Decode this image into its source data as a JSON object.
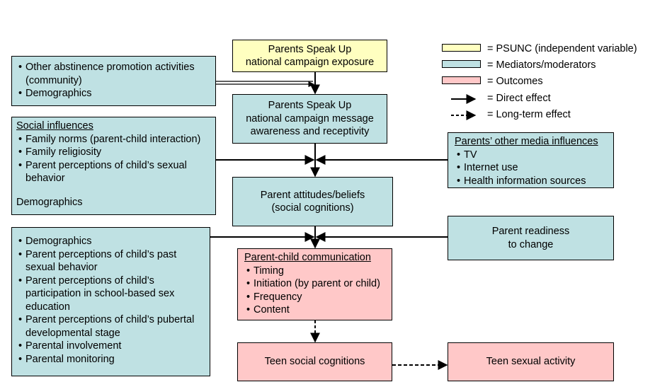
{
  "boxes": {
    "psunc_exposure": {
      "line1": "Parents Speak Up",
      "line2": "national campaign exposure"
    },
    "psunc_awareness": {
      "line1": "Parents Speak Up",
      "line2": "national campaign message",
      "line3": "awareness and receptivity"
    },
    "other_activities": {
      "items": [
        "Other abstinence promotion activities (community)",
        "Demographics"
      ]
    },
    "social_influences": {
      "title": "Social influences",
      "items": [
        "Family norms (parent-child interaction)",
        "Family religiosity",
        "Parent perceptions of child’s sexual behavior"
      ],
      "footer": "Demographics"
    },
    "media_influences": {
      "title": "Parents’ other media influences",
      "items": [
        "TV",
        "Internet use",
        "Health information sources"
      ]
    },
    "attitudes": {
      "line1": "Parent attitudes/beliefs",
      "line2": "(social cognitions)"
    },
    "readiness": {
      "line1": "Parent readiness",
      "line2": "to change"
    },
    "demographics": {
      "items": [
        "Demographics",
        "Parent perceptions of child’s past sexual behavior",
        "Parent perceptions of child’s participation in school-based sex education",
        "Parent perceptions of child’s pubertal developmental stage",
        "Parental involvement",
        "Parental monitoring"
      ]
    },
    "communication": {
      "title": "Parent-child communication",
      "items": [
        "Timing",
        "Initiation (by parent or child)",
        "Frequency",
        "Content"
      ]
    },
    "teen_cognitions": {
      "label": "Teen social cognitions"
    },
    "teen_activity": {
      "label": "Teen sexual activity"
    }
  },
  "legend": {
    "psunc": "= PSUNC (independent variable)",
    "mediators": "= Mediators/moderators",
    "outcomes": "= Outcomes",
    "direct": "= Direct effect",
    "long_term": "= Long-term effect"
  },
  "colors": {
    "independent": "#ffffc0",
    "mediators": "#bfe1e3",
    "outcomes": "#ffc8c8"
  }
}
